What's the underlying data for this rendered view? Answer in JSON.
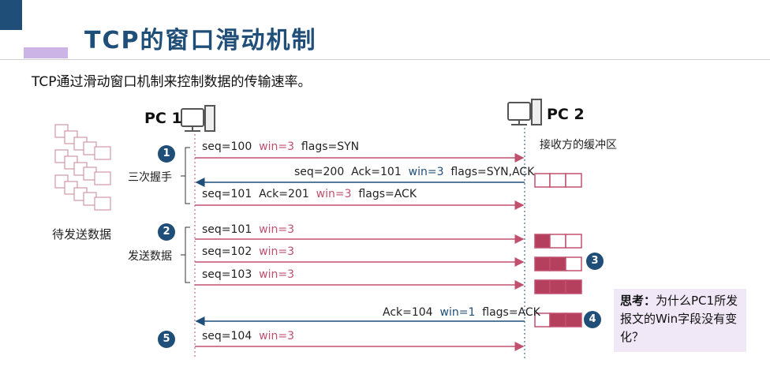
{
  "title": "TCP的窗口滑动机制",
  "subtitle": "TCP通过滑动窗口机制来控制数据的传输速率。",
  "pc1": "PC 1",
  "pc2": "PC 2",
  "buffer_label": "接收方的缓冲区",
  "pending_label": "待发送数据",
  "phase_handshake": "三次握手",
  "phase_send": "发送数据",
  "steps": [
    "1",
    "2",
    "3",
    "4",
    "5"
  ],
  "messages": [
    {
      "seq": "seq=100",
      "win": "win=3",
      "flags": "flags=SYN"
    },
    {
      "seq": "seq=200",
      "ack": "Ack=101",
      "win": "win=3",
      "flags": "flags=SYN,ACK"
    },
    {
      "seq": "seq=101",
      "ack": "Ack=201",
      "win": "win=3",
      "flags": "flags=ACK"
    },
    {
      "seq": "seq=101",
      "win": "win=3"
    },
    {
      "seq": "seq=102",
      "win": "win=3"
    },
    {
      "seq": "seq=103",
      "win": "win=3"
    },
    {
      "ack": "Ack=104",
      "win": "win=1",
      "flags": "flags=ACK"
    },
    {
      "seq": "seq=104",
      "win": "win=3"
    }
  ],
  "think": {
    "label": "思考：",
    "text": "为什么PC1所发报文的Win字段没有变化？"
  },
  "colors": {
    "primary": "#1f4e79",
    "accent": "#c0506e",
    "buffer_fill": "#b5405e",
    "lavender": "#cdb4e6",
    "panel": "#f0e8f6"
  }
}
